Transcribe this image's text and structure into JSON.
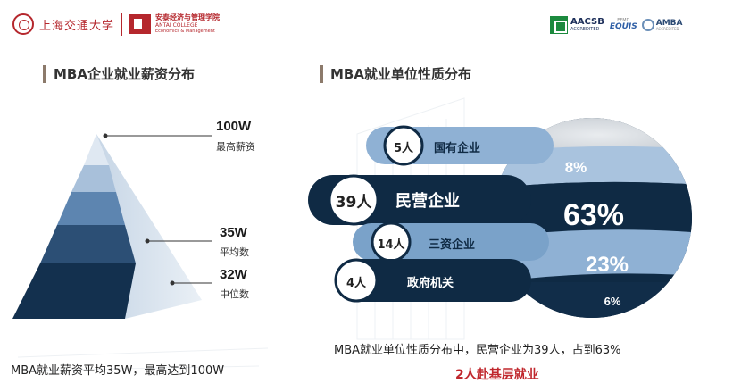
{
  "header": {
    "university_name": "上海交通大学",
    "college_cn": "安泰经济与管理学院",
    "college_en": "ANTAI COLLEGE",
    "college_en2": "Economics & Management",
    "accreditations": {
      "aacsb": "AACSB",
      "aacsb_sub": "ACCREDITED",
      "efmd": "EFMD",
      "equis": "EQUIS",
      "amba": "AMBA",
      "amba_sub": "ACCREDITED"
    }
  },
  "left_section": {
    "title": "MBA企业就业薪资分布",
    "caption": "MBA就业薪资平均35W，最高达到100W"
  },
  "right_section": {
    "title": "MBA就业单位性质分布",
    "caption": "MBA就业单位性质分布中，民营企业为39人，占到63%",
    "caption_highlight": "2人赴基层就业"
  },
  "colors": {
    "navy": "#0f2a44",
    "mid_blue": "#3f6b96",
    "light_blue": "#8fb1d4",
    "accent_red": "#c0272d"
  },
  "chart_data": [
    {
      "type": "pyramid",
      "title": "MBA企业就业薪资分布",
      "levels": [
        {
          "value": "100W",
          "label": "最高薪资",
          "amount": 100
        },
        {
          "value": "35W",
          "label": "平均数",
          "amount": 35
        },
        {
          "value": "32W",
          "label": "中位数",
          "amount": 32
        }
      ]
    },
    {
      "type": "pie",
      "title": "MBA就业单位性质分布",
      "categories": [
        {
          "name": "国有企业",
          "count_label": "5人",
          "count": 5,
          "percent_label": "8%",
          "percent": 8
        },
        {
          "name": "民营企业",
          "count_label": "39人",
          "count": 39,
          "percent_label": "63%",
          "percent": 63
        },
        {
          "name": "三资企业",
          "count_label": "14人",
          "count": 14,
          "percent_label": "23%",
          "percent": 23
        },
        {
          "name": "政府机关",
          "count_label": "4人",
          "count": 4,
          "percent_label": "6%",
          "percent": 6
        }
      ]
    }
  ]
}
